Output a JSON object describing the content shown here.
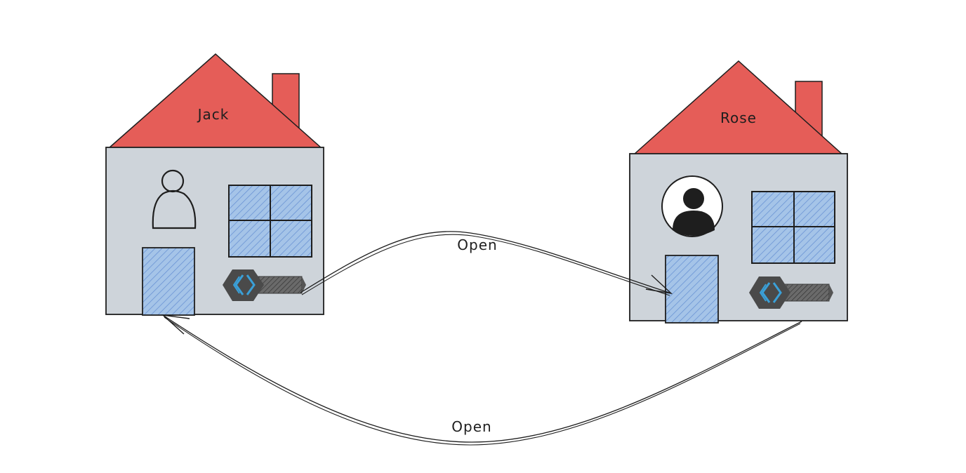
{
  "houses": [
    {
      "name": "Jack"
    },
    {
      "name": "Rose"
    }
  ],
  "arrows": [
    {
      "label": "Open"
    },
    {
      "label": "Open"
    }
  ],
  "colors": {
    "roof": "#e55d58",
    "wall": "#ced4da",
    "glass": "#a5c4e8",
    "hatch": "#6a93d4",
    "stroke": "#1e1e1e",
    "key": "#555555",
    "key_head": "#4a4a4a",
    "key_accent": "#3aa0d8"
  },
  "icons": {
    "person_outline": "person-outline-icon",
    "person_filled": "person-filled-icon",
    "key": "key-icon"
  }
}
